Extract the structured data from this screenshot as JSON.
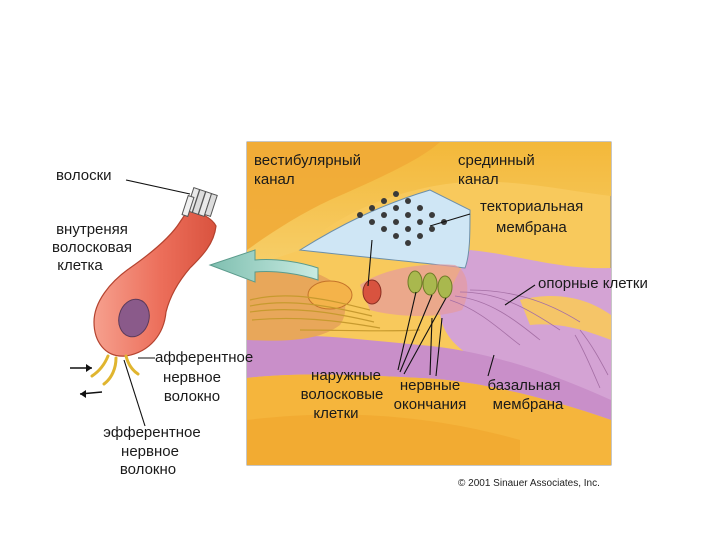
{
  "labels": {
    "hairs": "волоски",
    "inner_hair_cell": [
      "внутреняя",
      "волосковая",
      "клетка"
    ],
    "afferent_fiber": [
      "афферентное",
      "нервное",
      "волокно"
    ],
    "efferent_fiber": [
      "эфферентное",
      "нервное",
      "волокно"
    ],
    "vestibular_canal": [
      "вестибулярный",
      "канал"
    ],
    "median_canal": [
      "срединный",
      "канал"
    ],
    "tectorial_membrane": [
      "текториальная",
      "мембрана"
    ],
    "support_cells": "опорные клетки",
    "outer_hair_cells": [
      "наружные",
      "волосковые",
      "клетки"
    ],
    "nerve_endings": [
      "нервные",
      "окончания"
    ],
    "basilar_membrane": [
      "базальная",
      "мембрана"
    ]
  },
  "copyright": "© 2001 Sinauer Associates, Inc.",
  "colors": {
    "cell_body": "#ef7a64",
    "cell_nucleus": "#8a5a8a",
    "canal_fill": "#f6c44a",
    "tissue_purple": "#d4a3d4",
    "membrane_blue": "#cfe6f5",
    "arrow_fill": "#9fd3c4",
    "nerve_yellow": "#e8c23a"
  }
}
